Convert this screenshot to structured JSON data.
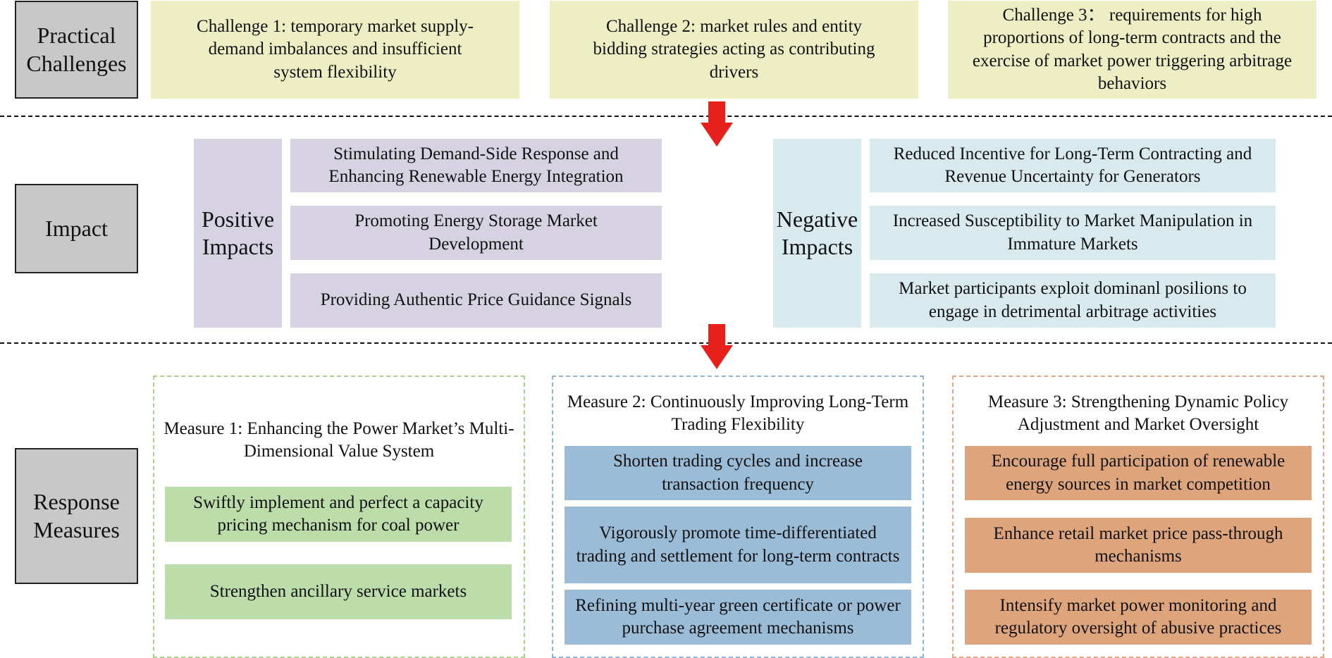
{
  "rows": {
    "challenges_label": "Practical Challenges",
    "impact_label": "Impact",
    "measures_label": "Response Measures"
  },
  "challenges": [
    "Challenge 1: temporary market supply-demand imbalances and insufficient system flexibility",
    "Challenge 2: market rules and entity bidding strategies acting as contributing drivers",
    "Challenge 3：  requirements for high proportions of long-term contracts and the exercise of market power triggering arbitrage behaviors"
  ],
  "positive": {
    "title": "Positive Impacts",
    "items": [
      "Stimulating Demand-Side Response and Enhancing Renewable Energy Integration",
      "Promoting Energy Storage Market Development",
      "Providing Authentic Price Guidance Signals"
    ]
  },
  "negative": {
    "title": "Negative Impacts",
    "items": [
      "Reduced Incentive for Long-Term Contracting and Revenue Uncertainty for Generators",
      "Increased Susceptibility to Market Manipulation in Immature Markets",
      "Market participants exploit dominanl posilions to engage in detrimental arbitrage activities"
    ]
  },
  "measures": [
    {
      "title": "Measure 1: Enhancing the Power Market’s Multi-Dimensional Value System",
      "items": [
        "Swiftly implement and perfect a capacity pricing mechanism for coal power",
        "Strengthen ancillary service markets"
      ]
    },
    {
      "title": "Measure 2: Continuously Improving Long-Term Trading Flexibility",
      "items": [
        "Shorten trading cycles and increase transaction frequency",
        "Vigorously promote time-differentiated trading and settlement for long-term contracts",
        "Refining multi-year green certificate or power purchase agreement mechanisms"
      ]
    },
    {
      "title": "Measure 3: Strengthening Dynamic Policy Adjustment and Market Oversight",
      "items": [
        "Encourage full participation of renewable energy sources in market competition",
        "Enhance retail market price pass-through mechanisms",
        "Intensify market power monitoring and regulatory oversight of abusive practices"
      ]
    }
  ],
  "colors": {
    "challenge_fill": "#eeeec4",
    "positive_fill": "#d6d2e1",
    "negative_fill": "#d9eaee",
    "measure1_fill": "#bcdcaa",
    "measure2_fill": "#9abcd7",
    "measure3_fill": "#dea57d",
    "label_fill": "#c8c8c8",
    "arrow": "#e8201c"
  }
}
